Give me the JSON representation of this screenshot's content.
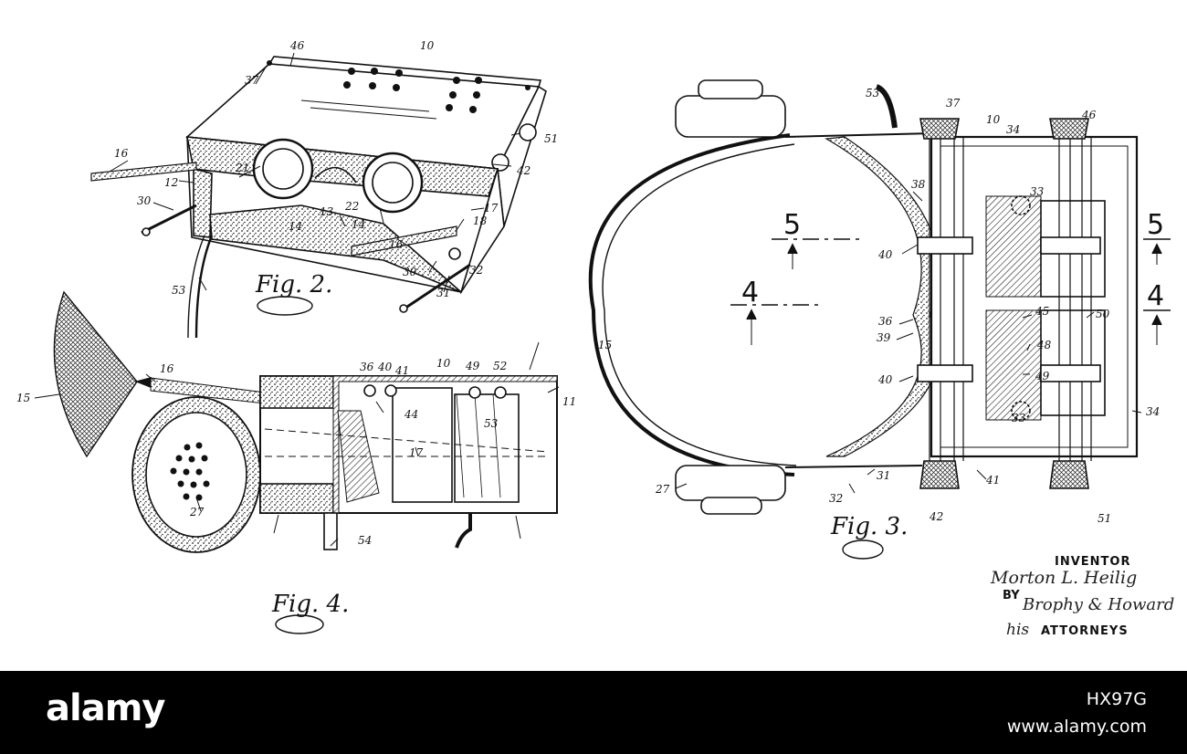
{
  "figures": {
    "fig2": {
      "title": "Fig. 2.",
      "labels": [
        "46",
        "10",
        "37",
        "16",
        "51",
        "21",
        "42",
        "12",
        "22",
        "30",
        "13",
        "14",
        "14",
        "17",
        "18",
        "16",
        "30",
        "32",
        "53",
        "31"
      ]
    },
    "fig3": {
      "title": "Fig. 3.",
      "labels": [
        "53",
        "37",
        "10",
        "34",
        "46",
        "38",
        "33",
        "5",
        "5",
        "40",
        "4",
        "4",
        "36",
        "45",
        "50",
        "39",
        "15",
        "48",
        "40",
        "49",
        "33",
        "34",
        "27",
        "41",
        "32",
        "31",
        "42",
        "51"
      ]
    },
    "fig4": {
      "title": "Fig. 4.",
      "labels": [
        "36",
        "40",
        "41",
        "10",
        "49",
        "52",
        "15",
        "16",
        "11",
        "44",
        "53",
        "17",
        "27",
        "54"
      ]
    }
  },
  "inventor_block": {
    "inventor_label": "INVENTOR",
    "inventor_signature": "Morton L. Heilig",
    "by_label": "BY",
    "attorney_signature": "Brophy & Howard",
    "his_label": "his",
    "attorneys_label": "ATTORNEYS"
  },
  "watermark": {
    "brand": "alamy",
    "image_id": "HX97G",
    "website": "www.alamy.com"
  }
}
